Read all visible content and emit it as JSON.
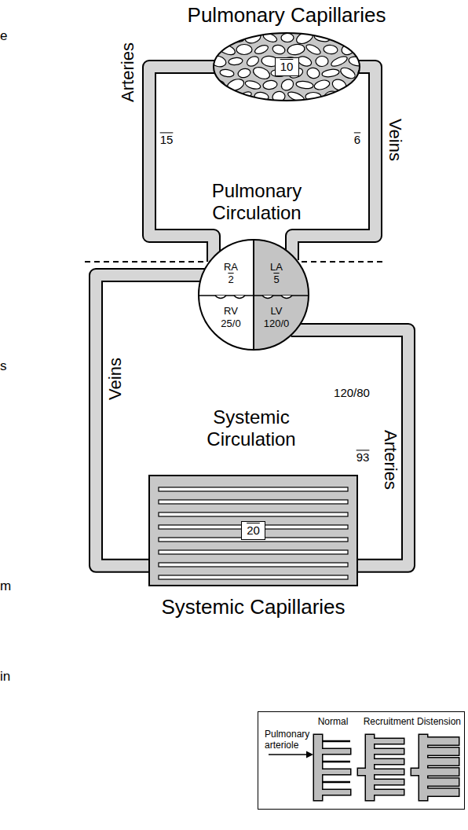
{
  "diagram": {
    "nodes": [
      {
        "text": [
          "Pulmonary Capillaries"
        ]
      },
      {
        "text": [
          "10"
        ],
        "in": 0
      },
      {
        "text": [
          "RA",
          "2"
        ]
      },
      {
        "text": [
          "LA",
          "5"
        ]
      },
      {
        "text": [
          "RV",
          "25/0"
        ]
      },
      {
        "text": [
          "LV",
          "120/0"
        ]
      },
      {
        "text": [
          "Systemic Capillaries"
        ]
      },
      {
        "text": [
          "20"
        ],
        "in": 6
      },
      {
        "text": [
          "Normal",
          "Recruitment",
          "Distension",
          "Pulmonary arteriole"
        ]
      }
    ],
    "edges": [
      {
        "from": 4,
        "to": 0,
        "arrow": "none"
      },
      {
        "from": 0,
        "to": 3,
        "arrow": "none"
      },
      {
        "from": 5,
        "to": 6,
        "arrow": "none"
      },
      {
        "from": 6,
        "to": 2,
        "arrow": "none"
      }
    ],
    "labels": [
      "e",
      "Arteries",
      "15",
      "Pulmonary Circulation",
      "6",
      "Veins",
      "s",
      "Veins",
      "120/80",
      "Systemic Circulation",
      "93",
      "Arteries",
      "m",
      "in"
    ]
  }
}
